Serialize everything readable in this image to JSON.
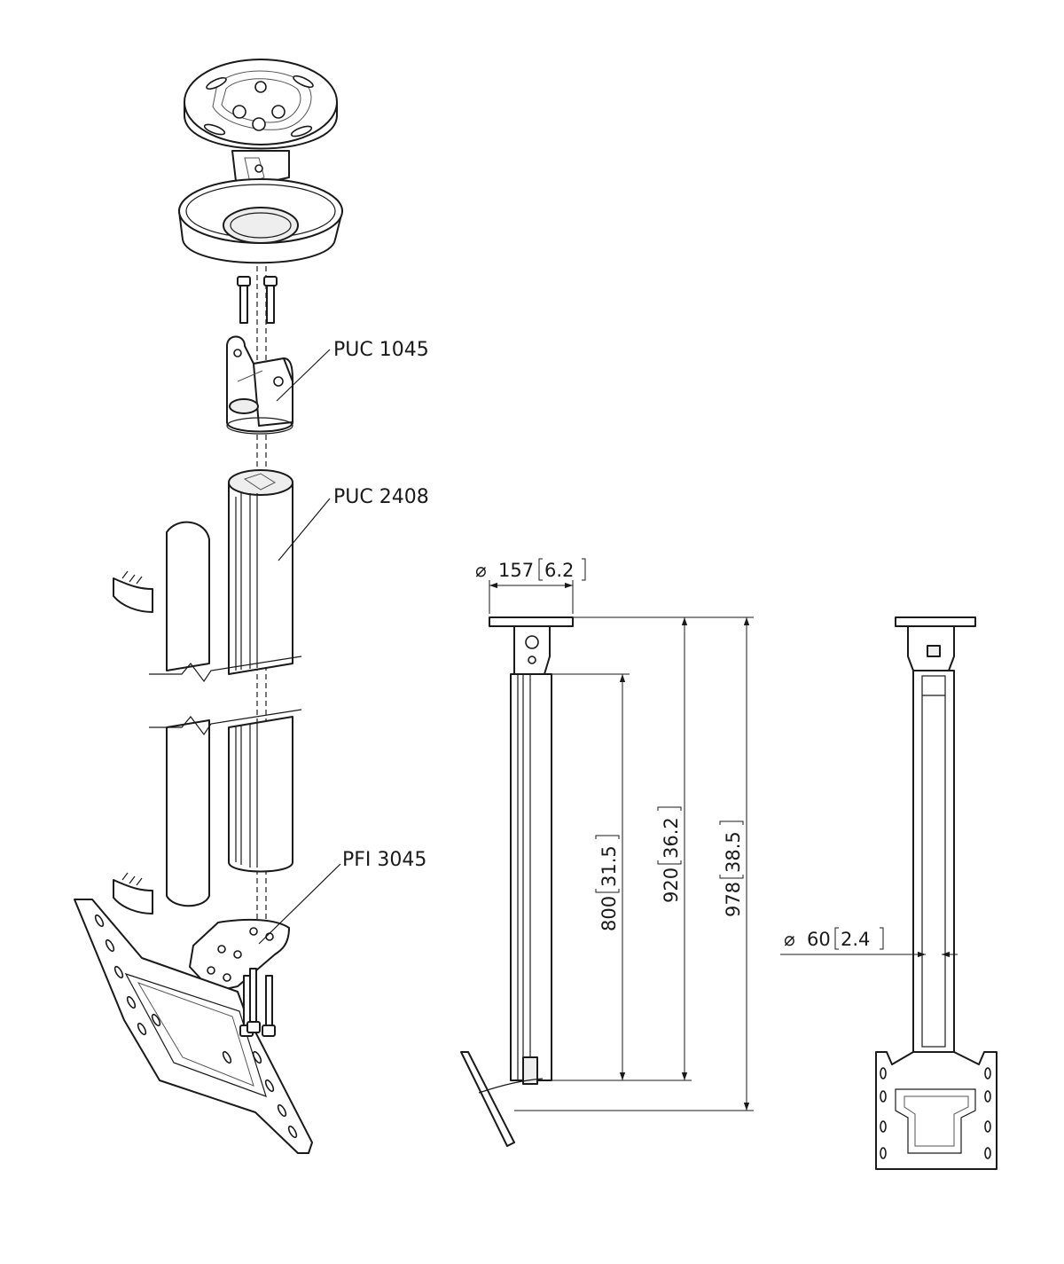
{
  "labels": {
    "ceiling_connector": "PUC 1045",
    "column": "PUC 2408",
    "interface": "PFI 3045"
  },
  "dimensions": {
    "plate_diameter": {
      "symbol": "⌀",
      "mm": "157",
      "inch": "6.2"
    },
    "tube_length": {
      "mm": "800",
      "inch": "31.5"
    },
    "mid_height": {
      "mm": "920",
      "inch": "36.2"
    },
    "total_height": {
      "mm": "978",
      "inch": "38.5"
    },
    "tube_diameter": {
      "symbol": "⌀",
      "mm": "60",
      "inch": "2.4"
    }
  }
}
